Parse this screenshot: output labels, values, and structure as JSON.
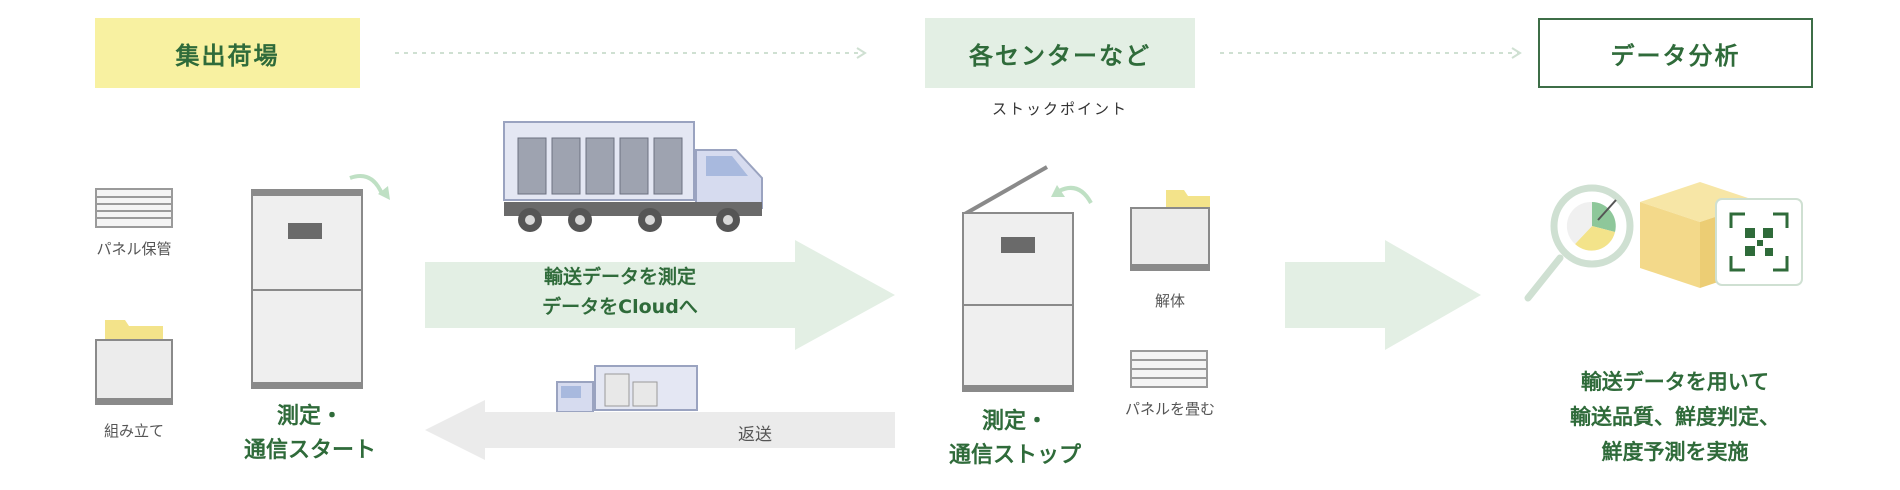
{
  "stages": {
    "origin": "集出荷場",
    "center": "各センターなど",
    "center_sub": "ストックポイント",
    "analysis": "データ分析"
  },
  "origin_labels": {
    "panel_storage": "パネル保管",
    "assembly": "組み立て",
    "measure_start_1": "測定・",
    "measure_start_2": "通信スタート"
  },
  "transport": {
    "forward_line1": "輸送データを測定",
    "forward_line2": "データをCloudへ",
    "return_label": "返送"
  },
  "center_labels": {
    "disassembly": "解体",
    "fold_panels": "パネルを畳む",
    "measure_stop_1": "測定・",
    "measure_stop_2": "通信ストップ"
  },
  "analysis_text": {
    "line1": "輸送データを用いて",
    "line2": "輸送品質、鮮度判定、",
    "line3": "鮮度予測を実施"
  },
  "colors": {
    "accent_green": "#2f6b3a",
    "light_green": "#e3efe4",
    "yellow": "#f8f1a1",
    "gray_arrow": "#ebebeb"
  },
  "icons": [
    "panel-stack-icon",
    "box-icon",
    "container-icon",
    "truck-icon",
    "small-truck-icon",
    "refresh-icon",
    "magnifier-icon",
    "package-icon",
    "qr-scan-icon"
  ]
}
